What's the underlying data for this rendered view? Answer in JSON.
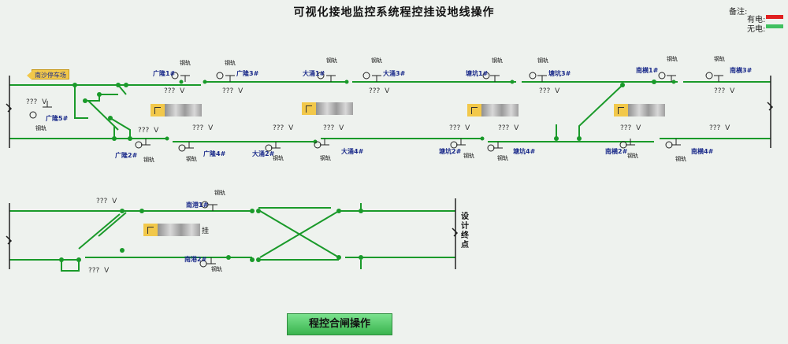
{
  "header": {
    "title": "可视化接地监控系统程控挂设地线操作"
  },
  "legend": {
    "title": "备注:",
    "items": [
      {
        "label": "有电:",
        "color": "#e02020"
      },
      {
        "label": "无电:",
        "color": "#40c060"
      }
    ]
  },
  "track_color": "#1a9a2a",
  "locomotive_sign": "南沙停车场",
  "end_label": "设计终点",
  "ground_switch_label": "钢轨",
  "voltage_placeholder": "???",
  "voltage_unit": "V",
  "stations": [
    "广隆1#",
    "广隆3#",
    "大涌1#",
    "大涌3#",
    "塘坑1#",
    "塘坑3#",
    "南横1#",
    "南横3#",
    "广隆5#",
    "广隆2#",
    "广隆4#",
    "大涌2#",
    "大涌4#",
    "塘坑2#",
    "塘坑4#",
    "南横2#",
    "南横4#",
    "南港1#",
    "南港2#"
  ],
  "status_box_suffix": "挂",
  "actions": {
    "program_close": "程控合闸操作"
  }
}
